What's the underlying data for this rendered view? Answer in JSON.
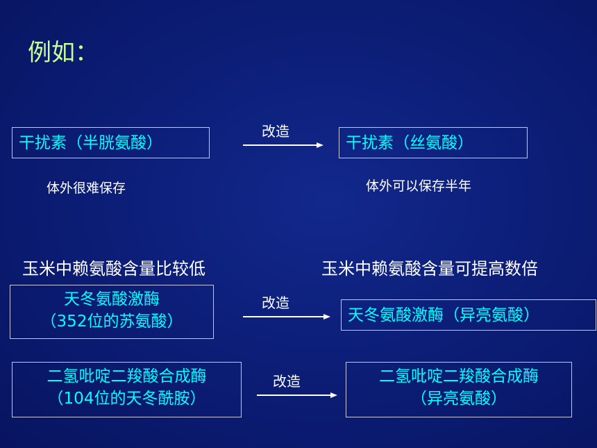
{
  "title": "例如：",
  "rows": [
    {
      "left_box": [
        "干扰素（半胱氨酸）"
      ],
      "arrow_label": "改造",
      "right_box": [
        "干扰素（丝氨酸）"
      ],
      "left_note": "体外很难保存",
      "right_note": "体外可以保存半年"
    },
    {
      "left_heading": "玉米中赖氨酸含量比较低",
      "right_heading": "玉米中赖氨酸含量可提高数倍",
      "left_box": [
        "天冬氨酸激酶",
        "（352位的苏氨酸）"
      ],
      "arrow_label": "改造",
      "right_box": [
        "天冬氨酸激酶（异亮氨酸）"
      ]
    },
    {
      "left_box": [
        "二氢吡啶二羧酸合成酶",
        "（104位的天冬酰胺）"
      ],
      "arrow_label": "改造",
      "right_box": [
        "二氢吡啶二羧酸合成酶",
        "（异亮氨酸）"
      ]
    }
  ],
  "colors": {
    "title": "#c8ff96",
    "box_text": "#00ffff",
    "plain_text": "#ffffff",
    "background": "#0c1e78"
  }
}
